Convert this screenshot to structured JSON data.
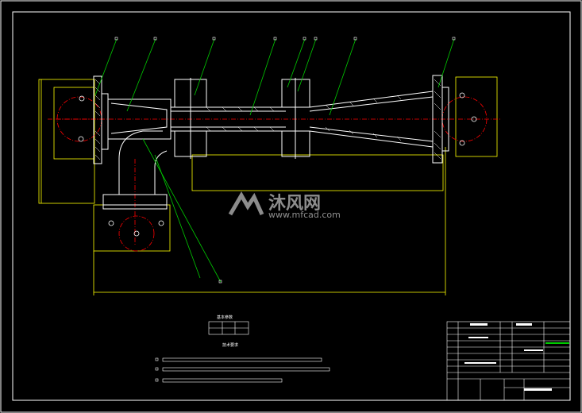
{
  "colors": {
    "background": "#000000",
    "frame": "#ffffff",
    "leader": "#00cc00",
    "dimension": "#ffff00",
    "centerline": "#ff0000",
    "part": "#ffffff"
  },
  "drawing": {
    "section_labels": {
      "basic_params": "基本参数",
      "tech_requirements": "技术要求"
    }
  },
  "watermark": {
    "brand": "沐风网",
    "url": "www.mfcad.com"
  }
}
